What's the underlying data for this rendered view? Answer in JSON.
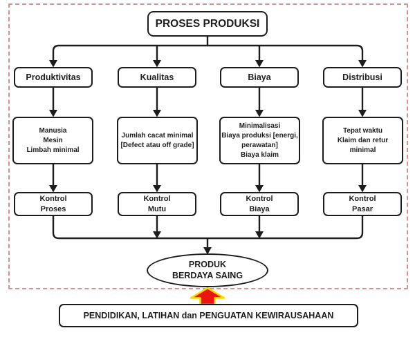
{
  "diagram": {
    "title": "PROSES PRODUKSI",
    "columns": [
      {
        "category": "Produktivitas",
        "detail": [
          "Manusia",
          "Mesin",
          "Limbah minimal"
        ],
        "control": [
          "Kontrol",
          "Proses"
        ]
      },
      {
        "category": "Kualitas",
        "detail": [
          "Jumlah cacat  minimal",
          "[Defect atau off grade]"
        ],
        "control": [
          "Kontrol",
          "Mutu"
        ]
      },
      {
        "category": "Biaya",
        "detail": [
          "Minimalisasi",
          "Biaya produksi [energi,",
          "perawatan]",
          "Biaya klaim"
        ],
        "control": [
          "Kontrol",
          "Biaya"
        ]
      },
      {
        "category": "Distribusi",
        "detail": [
          "Tepat waktu",
          "Klaim dan retur",
          "minimal"
        ],
        "control": [
          "Kontrol",
          "Pasar"
        ]
      }
    ],
    "outcome": [
      "PRODUK",
      "BERDAYA SAING"
    ],
    "foundation": "PENDIDIKAN, LATIHAN dan PENGUATAN KEWIRAUSAHAAN",
    "colors": {
      "line": "#1c1c1c",
      "box_fill": "#ffffff",
      "dashed_border": "#d49090",
      "up_arrow_fill": "#ea1510",
      "up_arrow_outline": "#ffd800",
      "background": "#ffffff"
    }
  }
}
